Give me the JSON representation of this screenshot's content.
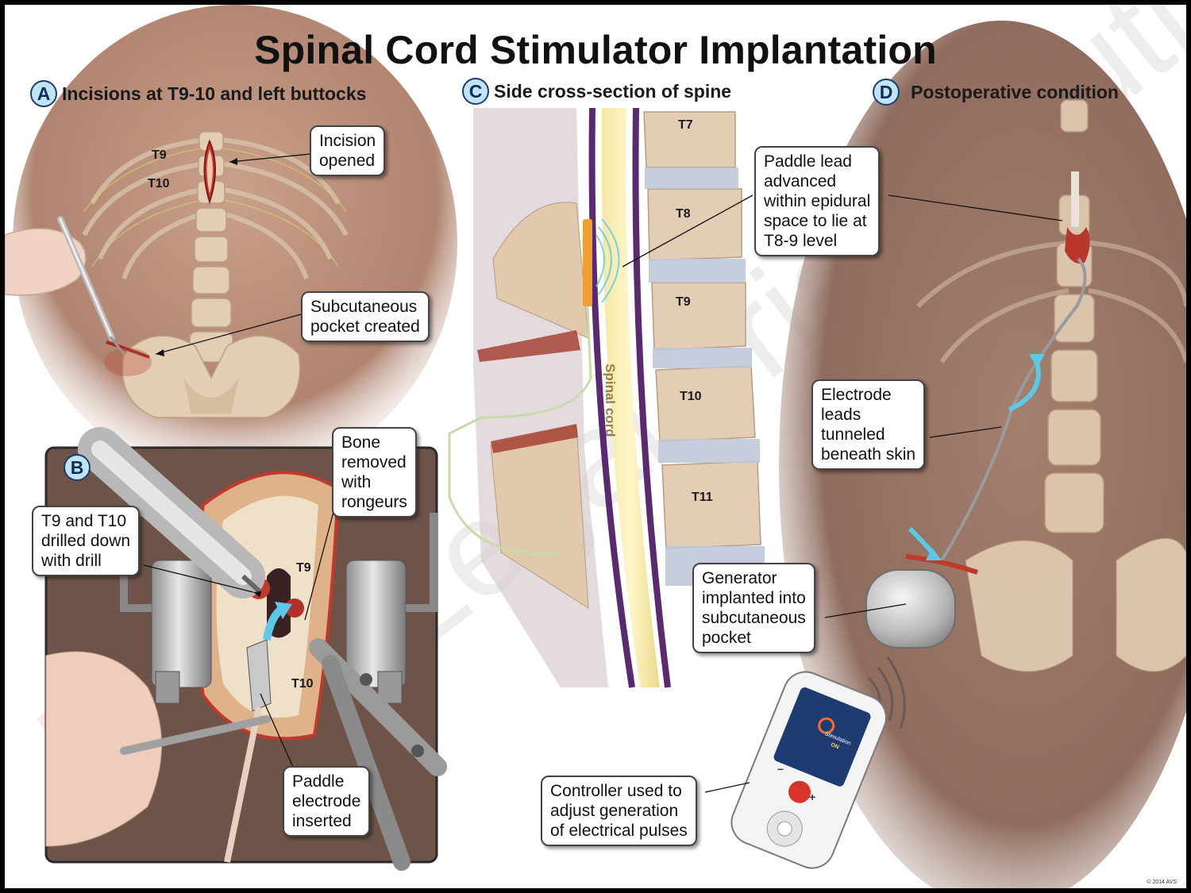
{
  "title": "Spinal Cord Stimulator Implantation",
  "sections": {
    "a": {
      "letter": "A",
      "title": "Incisions at T9-10 and left buttocks"
    },
    "b": {
      "letter": "B"
    },
    "c": {
      "letter": "C",
      "title": "Side cross-section of spine"
    },
    "d": {
      "letter": "D",
      "title": "Postoperative condition"
    }
  },
  "callouts": {
    "incision_opened": [
      "Incision",
      "opened"
    ],
    "subcutaneous_pocket": [
      "Subcutaneous",
      "pocket created"
    ],
    "bone_removed": [
      "Bone",
      "removed",
      "with",
      "rongeurs"
    ],
    "drilled_down": [
      "T9 and T10",
      "drilled down",
      "with drill"
    ],
    "paddle_inserted": [
      "Paddle",
      "electrode",
      "inserted"
    ],
    "paddle_advanced": [
      "Paddle lead",
      "advanced",
      "within epidural",
      "space to lie at",
      "T8-9 level"
    ],
    "electrode_leads": [
      "Electrode",
      "leads",
      "tunneled",
      "beneath skin"
    ],
    "generator": [
      "Generator",
      "implanted into",
      "subcutaneous",
      "pocket"
    ],
    "controller": [
      "Controller used to",
      "adjust generation",
      "of electrical pulses"
    ]
  },
  "levels": {
    "a_t9": "T9",
    "a_t10": "T10",
    "b_t9": "T9",
    "b_t10": "T10",
    "c_t7": "T7",
    "c_t8": "T8",
    "c_t9": "T9",
    "c_t10": "T10",
    "c_t11": "T11"
  },
  "spinal_cord_label": "Spinal cord",
  "controller_screen": {
    "line1": "Stimulation",
    "line2": "ON",
    "minus": "–",
    "plus": "+"
  },
  "copyright": "© 2014 AVS",
  "colors": {
    "badge_fill": "#bfe4f5",
    "badge_border": "#1b3d6e",
    "skin": "#b98e78",
    "bone": "#e3cdb4",
    "lead_blue": "#5cc8e8"
  }
}
